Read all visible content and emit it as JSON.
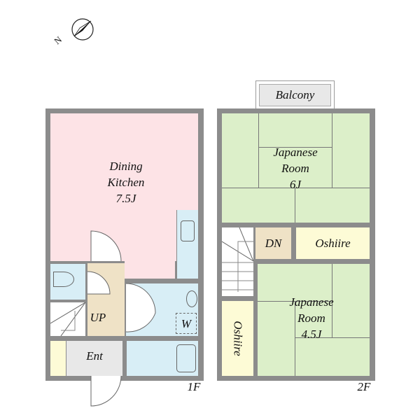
{
  "compass": {
    "label": "N"
  },
  "floor1": {
    "label": "1F",
    "rooms": {
      "dining_kitchen": [
        "Dining",
        "Kitchen",
        "7.5J"
      ],
      "up": "UP",
      "washer": "W",
      "entrance": "Ent"
    }
  },
  "floor2": {
    "label": "2F",
    "rooms": {
      "balcony": "Balcony",
      "room6": [
        "Japanese",
        "Room",
        "6J"
      ],
      "dn": "DN",
      "oshiire_h": "Oshiire",
      "room45": [
        "Japanese",
        "Room",
        "4.5J"
      ],
      "oshiire_v": "Oshiire"
    }
  },
  "colors": {
    "dining": "#fde3e6",
    "wet": "#d8eef6",
    "hall": "#efe2c6",
    "tatami": "#dcefc9",
    "closet": "#fdfbd6",
    "wall": "#8c8c8c"
  }
}
